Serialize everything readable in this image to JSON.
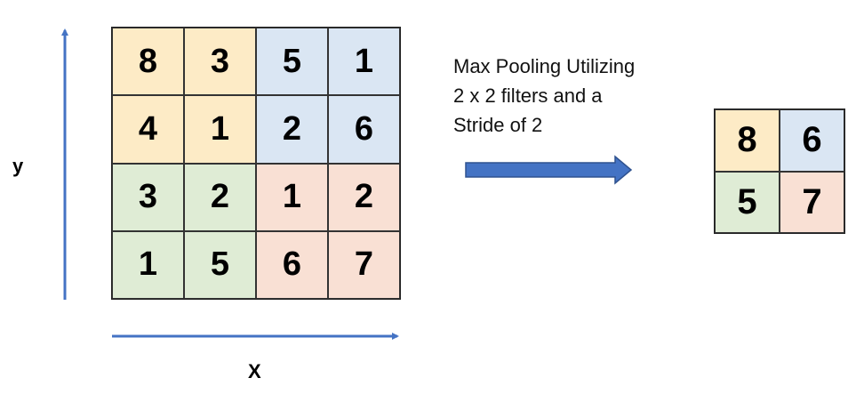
{
  "axes": {
    "y_label": "y",
    "x_label": "X"
  },
  "caption": {
    "lines": [
      "Max Pooling Utilizing",
      "2 x 2 filters and a",
      "Stride of 2"
    ]
  },
  "colors": {
    "orange": "#fdebc6",
    "blue": "#dae6f3",
    "green": "#dfecd5",
    "pink": "#f9e0d4",
    "axis": "#4473c4",
    "arrow_fill": "#4473c4",
    "arrow_stroke": "#2f528f"
  },
  "input_matrix": [
    [
      {
        "value": "8",
        "color": "orange"
      },
      {
        "value": "3",
        "color": "orange"
      },
      {
        "value": "5",
        "color": "blue"
      },
      {
        "value": "1",
        "color": "blue"
      }
    ],
    [
      {
        "value": "4",
        "color": "orange"
      },
      {
        "value": "1",
        "color": "orange"
      },
      {
        "value": "2",
        "color": "blue"
      },
      {
        "value": "6",
        "color": "blue"
      }
    ],
    [
      {
        "value": "3",
        "color": "green"
      },
      {
        "value": "2",
        "color": "green"
      },
      {
        "value": "1",
        "color": "pink"
      },
      {
        "value": "2",
        "color": "pink"
      }
    ],
    [
      {
        "value": "1",
        "color": "green"
      },
      {
        "value": "5",
        "color": "green"
      },
      {
        "value": "6",
        "color": "pink"
      },
      {
        "value": "7",
        "color": "pink"
      }
    ]
  ],
  "output_matrix": [
    [
      {
        "value": "8",
        "color": "orange"
      },
      {
        "value": "6",
        "color": "blue"
      }
    ],
    [
      {
        "value": "5",
        "color": "green"
      },
      {
        "value": "7",
        "color": "pink"
      }
    ]
  ]
}
